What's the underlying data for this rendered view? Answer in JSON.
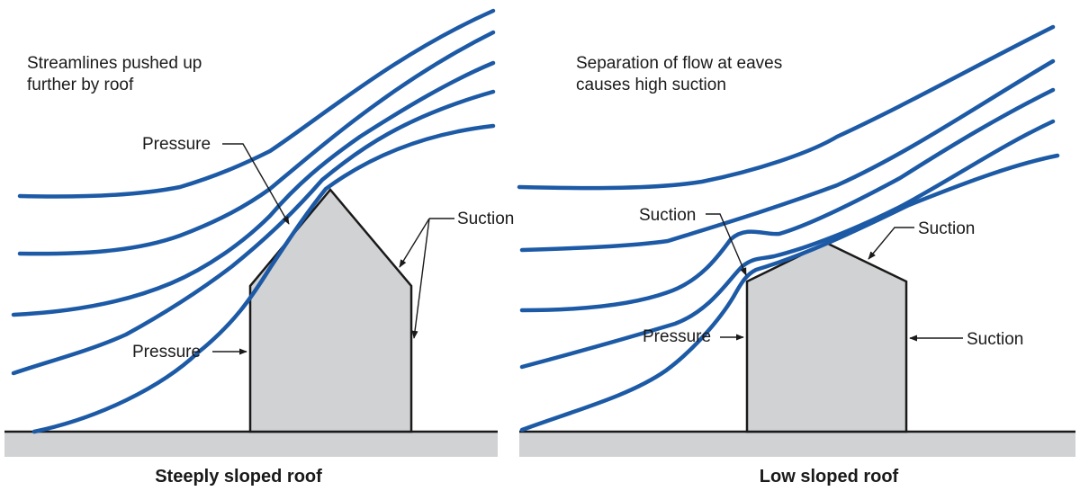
{
  "colors": {
    "streamline": "#1d5aa6",
    "building": "#d1d2d4",
    "ground": "#d1d2d4",
    "ink": "#1a1a1a"
  },
  "left_panel": {
    "note_lines": [
      "Streamlines pushed up",
      "further by roof"
    ],
    "label_pressure_roof": "Pressure",
    "label_pressure_wall": "Pressure",
    "label_suction": "Suction",
    "caption": "Steeply sloped roof"
  },
  "right_panel": {
    "note_lines": [
      "Separation of flow at eaves",
      "causes high suction"
    ],
    "label_suction_eave": "Suction",
    "label_suction_roof": "Suction",
    "label_pressure_wall": "Pressure",
    "label_suction_wall": "Suction",
    "caption": "Low sloped roof"
  }
}
